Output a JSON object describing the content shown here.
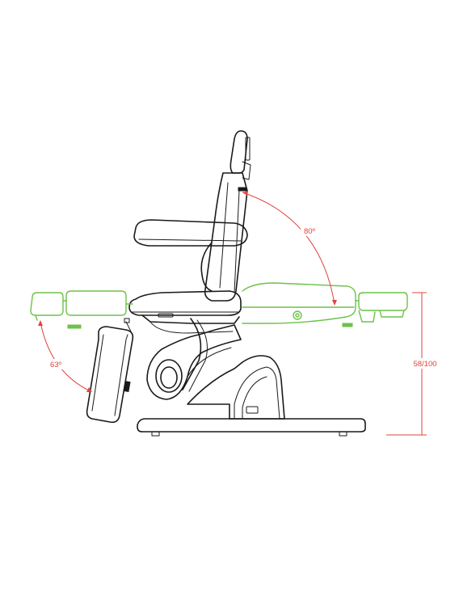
{
  "diagram": {
    "angle_backrest_label": "80º",
    "angle_legrest_label": "63º",
    "height_label": "58/100",
    "colors": {
      "outline": "#1a1a1a",
      "alternate_position": "#6cc24a",
      "dimension": "#e0443e",
      "background": "#ffffff"
    }
  }
}
